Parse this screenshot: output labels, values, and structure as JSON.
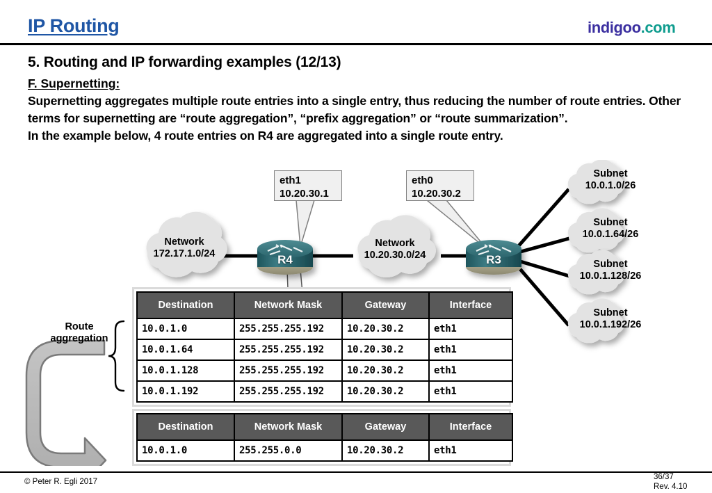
{
  "header": {
    "title": "IP Routing",
    "brand_name": "indigoo",
    "brand_tld": ".com",
    "title_color": "#1F56A5",
    "brand_color": "#3B2FA0",
    "brand_tld_color": "#0E9C8E"
  },
  "slide": {
    "heading": "5. Routing and IP forwarding examples (12/13)",
    "subheading": "F. Supernetting:",
    "paragraphs": [
      "Supernetting aggregates multiple route entries into a single entry, thus reducing the number of route entries. Other terms for supernetting are “route aggregation”, “prefix aggregation” or “route summarization”.",
      "In the example below, 4 route entries on R4 are aggregated into a single route entry."
    ]
  },
  "diagram": {
    "callouts": [
      {
        "name": "eth1-callout",
        "line1": "eth1",
        "line2": "10.20.30.1"
      },
      {
        "name": "eth0-callout",
        "line1": "eth0",
        "line2": "10.20.30.2"
      }
    ],
    "network_clouds": [
      {
        "name": "network-cloud-left",
        "line1": "Network",
        "line2": "172.17.1.0/24"
      },
      {
        "name": "network-cloud-middle",
        "line1": "Network",
        "line2": "10.20.30.0/24"
      }
    ],
    "routers": [
      {
        "name": "router-r4",
        "label": "R4"
      },
      {
        "name": "router-r3",
        "label": "R3"
      }
    ],
    "subnet_clouds": [
      {
        "line1": "Subnet",
        "line2": "10.0.1.0/26"
      },
      {
        "line1": "Subnet",
        "line2": "10.0.1.64/26"
      },
      {
        "line1": "Subnet",
        "line2": "10.0.1.128/26"
      },
      {
        "line1": "Subnet",
        "line2": "10.0.1.192/26"
      }
    ],
    "aggregation_label_line1": "Route",
    "aggregation_label_line2": "aggregation",
    "cloud_fill": "#E3E3E3",
    "router_color": "#2E6B73",
    "arrow_color": "#B3B3B3"
  },
  "routing_table_detailed": {
    "name": "routing-table-detailed",
    "columns": [
      "Destination",
      "Network Mask",
      "Gateway",
      "Interface"
    ],
    "rows": [
      [
        "10.0.1.0",
        "255.255.255.192",
        "10.20.30.2",
        "eth1"
      ],
      [
        "10.0.1.64",
        "255.255.255.192",
        "10.20.30.2",
        "eth1"
      ],
      [
        "10.0.1.128",
        "255.255.255.192",
        "10.20.30.2",
        "eth1"
      ],
      [
        "10.0.1.192",
        "255.255.255.192",
        "10.20.30.2",
        "eth1"
      ]
    ],
    "header_bg": "#595959"
  },
  "routing_table_aggregated": {
    "name": "routing-table-aggregated",
    "columns": [
      "Destination",
      "Network Mask",
      "Gateway",
      "Interface"
    ],
    "rows": [
      [
        "10.0.1.0",
        "255.255.0.0",
        "10.20.30.2",
        "eth1"
      ]
    ],
    "header_bg": "#595959"
  },
  "footer": {
    "copyright": "© Peter R. Egli 2017",
    "page_number": "36/37",
    "revision": "Rev. 4.10"
  }
}
